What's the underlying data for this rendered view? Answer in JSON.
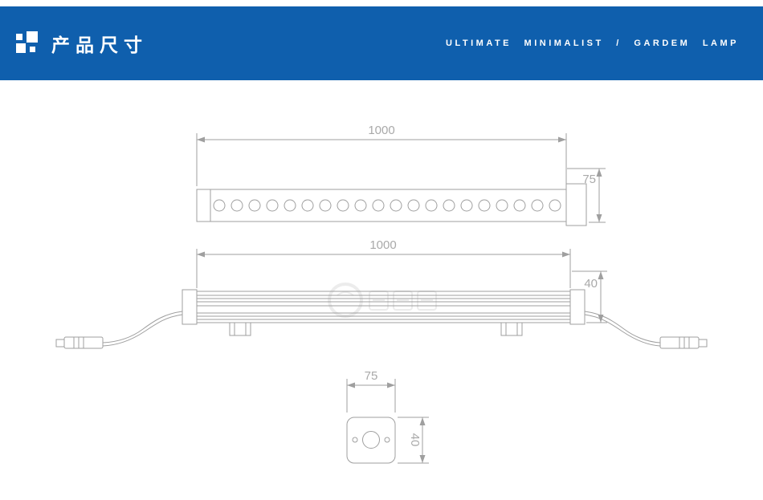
{
  "header": {
    "title": "产品尺寸",
    "subtitle": "ULTIMATE MINIMALIST / GARDEM LAMP"
  },
  "drawings": {
    "top_view": {
      "length": "1000",
      "cap_width": "75",
      "led_count": 20
    },
    "front_view": {
      "length": "1000",
      "profile_height": "40"
    },
    "end_view": {
      "width": "75",
      "height": "40"
    }
  },
  "colors": {
    "header_bg": "#0f5fad",
    "line": "#9f9f9f",
    "dim_text": "#a9a9a9",
    "watermark": "#8f8f8f"
  }
}
